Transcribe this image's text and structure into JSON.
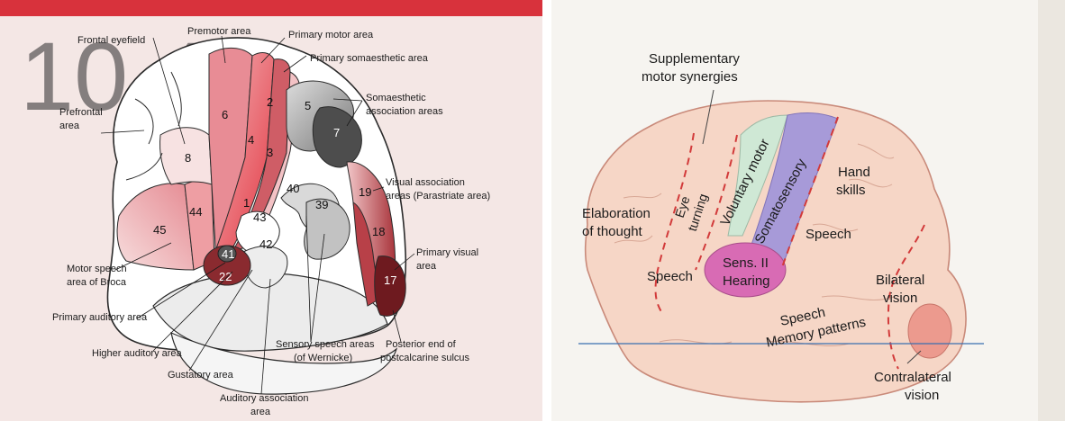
{
  "left_figure": {
    "header_number": "10.4",
    "labels": {
      "premotor": "Premotor area",
      "primary_motor": "Primary motor area",
      "primary_somaesthetic": "Primary somaesthetic area",
      "frontal_eyefield": "Frontal eyefield",
      "prefrontal_1": "Prefrontal",
      "prefrontal_2": "area",
      "somaesthetic_assoc_1": "Somaesthetic",
      "somaesthetic_assoc_2": "association areas",
      "visual_assoc_1": "Visual association",
      "visual_assoc_2": "areas (Parastriate area)",
      "primary_visual_1": "Primary visual",
      "primary_visual_2": "area",
      "broca_1": "Motor speech",
      "broca_2": "area of Broca",
      "primary_auditory": "Primary auditory area",
      "higher_auditory": "Higher auditory area",
      "gustatory": "Gustatory area",
      "auditory_assoc_1": "Auditory association",
      "auditory_assoc_2": "area",
      "sensory_speech_1": "Sensory speech areas",
      "sensory_speech_2": "(of Wernicke)",
      "posterior_end_1": "Posterior end of",
      "posterior_end_2": "postcalcarine sulcus"
    },
    "area_numbers": [
      "6",
      "8",
      "4",
      "3",
      "2",
      "1",
      "5",
      "7",
      "40",
      "39",
      "19",
      "18",
      "17",
      "44",
      "45",
      "43",
      "41",
      "42",
      "22"
    ]
  },
  "right_figure": {
    "labels": {
      "supplementary_1": "Supplementary",
      "supplementary_2": "motor synergies",
      "elaboration_1": "Elaboration",
      "elaboration_2": "of thought",
      "eye_turning_1": "Eye",
      "eye_turning_2": "turning",
      "voluntary_motor": "Voluntary motor",
      "somatosensory": "Somatosensory",
      "hand_skills_1": "Hand",
      "hand_skills_2": "skills",
      "speech_top": "Speech",
      "speech_left": "Speech",
      "sens_hearing_1": "Sens. II",
      "sens_hearing_2": "Hearing",
      "bilateral_1": "Bilateral",
      "bilateral_2": "vision",
      "speech_memory_1": "Speech",
      "speech_memory_2": "Memory patterns",
      "contralateral_1": "Contralateral",
      "contralateral_2": "vision"
    }
  },
  "colors": {
    "brain_outline": "#2b2b2b",
    "motor_red": "#d62838",
    "dark_red": "#7a1e22",
    "grey_area": "#8d8d8d",
    "right_brain_fill": "#f6d6c6",
    "somatosensory_purple": "#a79ad8",
    "motor_green": "#cfe8d5",
    "hearing_magenta": "#d86bb4",
    "guide_line_blue": "#3b6fb0"
  }
}
